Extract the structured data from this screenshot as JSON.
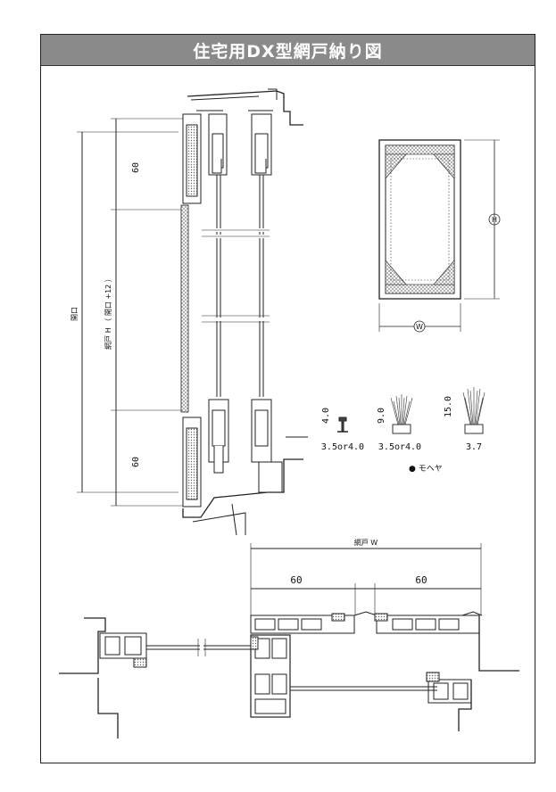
{
  "title": "住宅用DX型網戸納り図",
  "vertical_section": {
    "opening_label": "開口",
    "screen_height_label": "網戸 H （ 開口 +12 ）",
    "top_dim": "60",
    "bottom_dim": "60"
  },
  "elevation": {
    "height_symbol": "H",
    "width_symbol": "W"
  },
  "weatherstrips": {
    "pin": {
      "height": "4.0",
      "width": "3.5or4.0"
    },
    "mohair_small": {
      "height": "9.0",
      "width": "3.5or4.0"
    },
    "mohair_large": {
      "height": "15.0",
      "width": "3.7"
    },
    "legend": "● モヘヤ"
  },
  "horizontal_section": {
    "width_label": "網戸 W",
    "left_dim": "60",
    "right_dim": "60"
  },
  "colors": {
    "title_bar": "#8a8a8a",
    "line": "#222222",
    "mesh": "#9a9a9a"
  }
}
